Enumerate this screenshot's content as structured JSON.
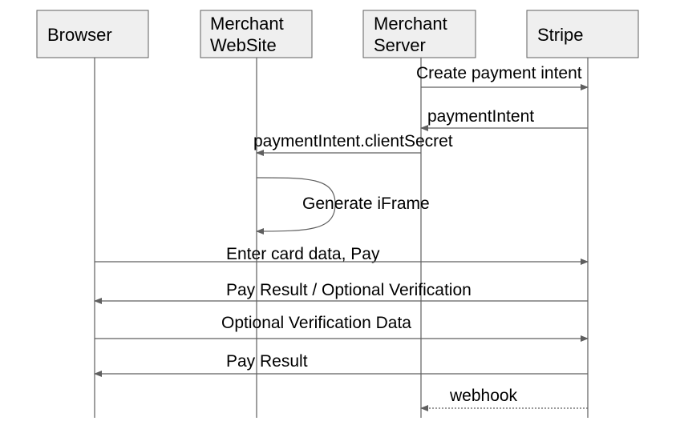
{
  "actors": [
    {
      "id": "browser",
      "lines": [
        "Browser"
      ]
    },
    {
      "id": "website",
      "lines": [
        "Merchant",
        "WebSite"
      ]
    },
    {
      "id": "server",
      "lines": [
        "Merchant",
        "Server"
      ]
    },
    {
      "id": "stripe",
      "lines": [
        "Stripe"
      ]
    }
  ],
  "messages": [
    {
      "from": "server",
      "to": "stripe",
      "label": "Create payment intent",
      "style": "solid"
    },
    {
      "from": "stripe",
      "to": "server",
      "label": "paymentIntent",
      "style": "solid"
    },
    {
      "from": "server",
      "to": "website",
      "label": "paymentIntent.clientSecret",
      "style": "solid"
    },
    {
      "from": "website",
      "to": "website",
      "label": "Generate iFrame",
      "style": "self"
    },
    {
      "from": "browser",
      "to": "stripe",
      "label": "Enter card data, Pay",
      "style": "solid"
    },
    {
      "from": "stripe",
      "to": "browser",
      "label": "Pay Result / Optional Verification",
      "style": "solid"
    },
    {
      "from": "browser",
      "to": "stripe",
      "label": "Optional Verification Data",
      "style": "solid"
    },
    {
      "from": "stripe",
      "to": "browser",
      "label": "Pay Result",
      "style": "solid"
    },
    {
      "from": "stripe",
      "to": "server",
      "label": "webhook",
      "style": "dotted"
    }
  ],
  "colors": {
    "box_fill": "#efefef",
    "line": "#5f5f5f",
    "text": "#000000"
  }
}
